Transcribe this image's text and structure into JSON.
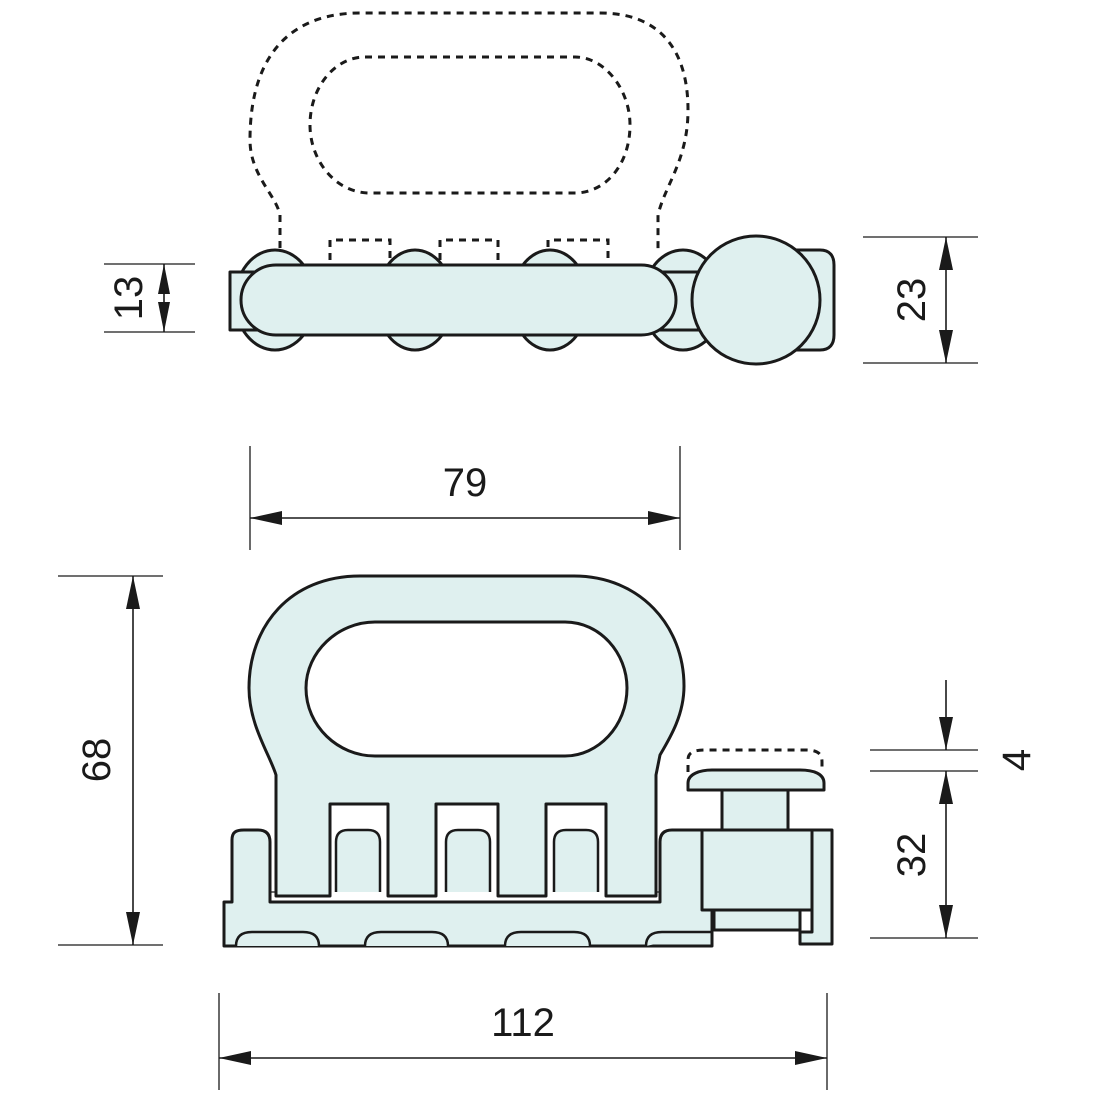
{
  "colors": {
    "part_fill": "#dff0ef",
    "outline": "#1a1a1a",
    "background": "#ffffff"
  },
  "dimensions": {
    "side_thickness": "13",
    "side_height": "23",
    "handle_width": "79",
    "overall_height": "68",
    "button_travel": "4",
    "base_height": "32",
    "overall_length": "112"
  }
}
